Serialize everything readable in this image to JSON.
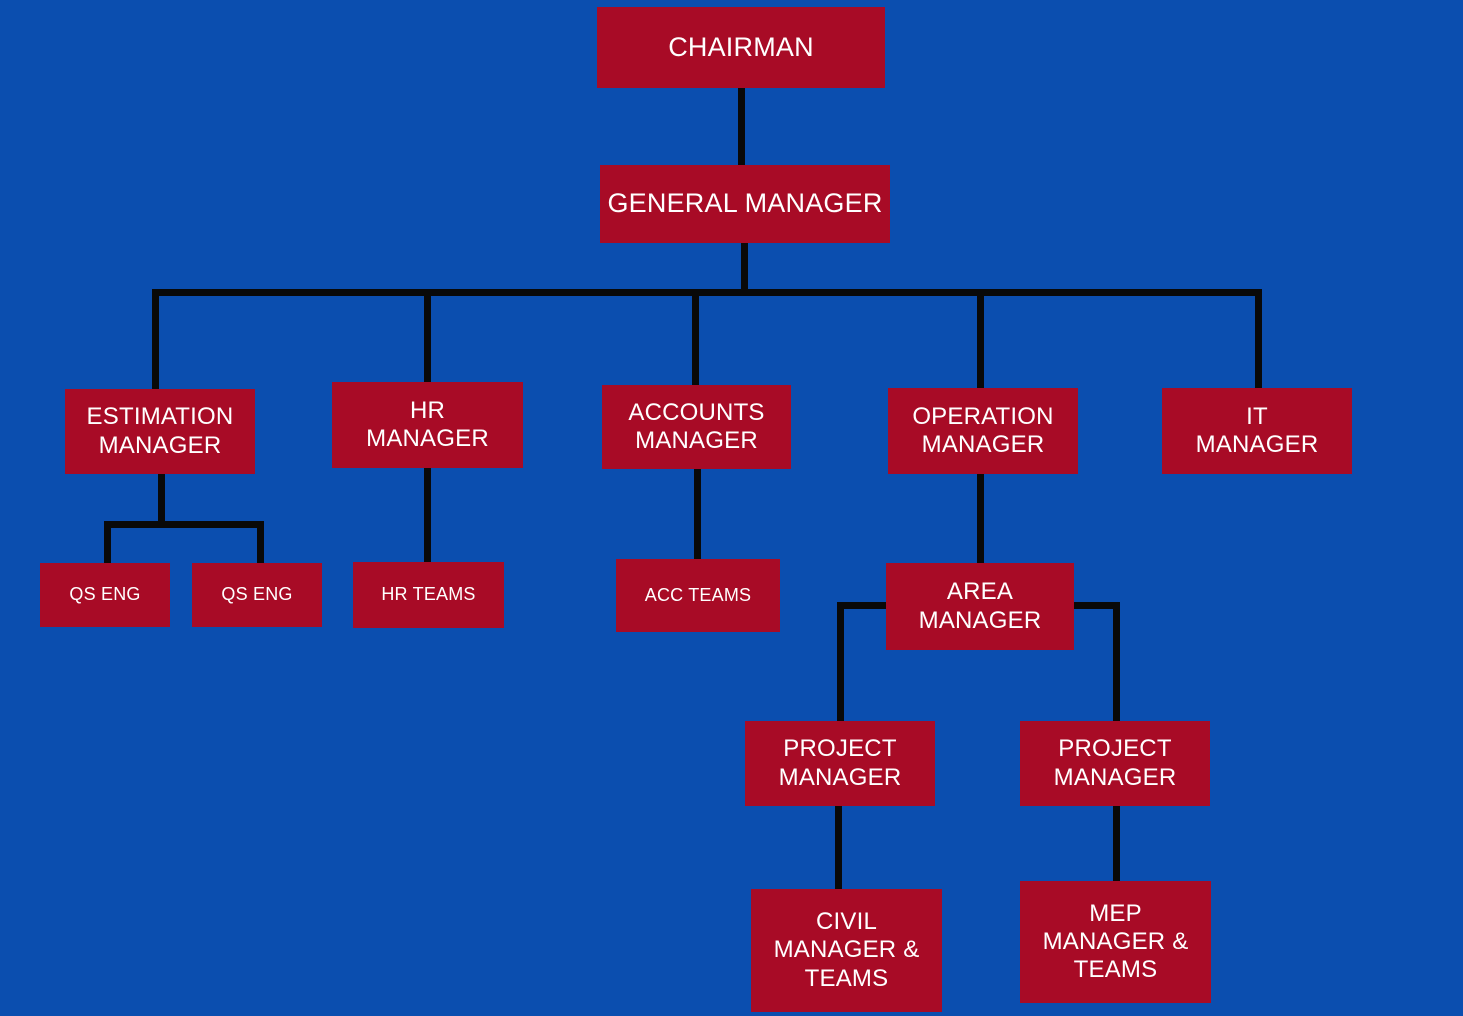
{
  "chart_data": {
    "type": "diagram",
    "subtype": "organization-chart",
    "title": "",
    "background_color": "#0b4eaf",
    "node_color": "#a80b26",
    "node_text_color": "#ffffff",
    "connector_color": "#090909",
    "nodes": [
      {
        "id": "chairman",
        "label": "CHAIRMAN",
        "level": 0,
        "parent": null
      },
      {
        "id": "gm",
        "label": "GENERAL MANAGER",
        "level": 1,
        "parent": "chairman"
      },
      {
        "id": "estimation",
        "label": "ESTIMATION\nMANAGER",
        "level": 2,
        "parent": "gm"
      },
      {
        "id": "hr",
        "label": "HR\nMANAGER",
        "level": 2,
        "parent": "gm"
      },
      {
        "id": "accounts",
        "label": "ACCOUNTS\nMANAGER",
        "level": 2,
        "parent": "gm"
      },
      {
        "id": "operation",
        "label": "OPERATION\nMANAGER",
        "level": 2,
        "parent": "gm"
      },
      {
        "id": "it",
        "label": "IT\nMANAGER",
        "level": 2,
        "parent": "gm"
      },
      {
        "id": "qs1",
        "label": "QS ENG",
        "level": 3,
        "parent": "estimation"
      },
      {
        "id": "qs2",
        "label": "QS ENG",
        "level": 3,
        "parent": "estimation"
      },
      {
        "id": "hrteams",
        "label": "HR TEAMS",
        "level": 3,
        "parent": "hr"
      },
      {
        "id": "accteams",
        "label": "ACC TEAMS",
        "level": 3,
        "parent": "accounts"
      },
      {
        "id": "area",
        "label": "AREA\nMANAGER",
        "level": 3,
        "parent": "operation"
      },
      {
        "id": "pm1",
        "label": "PROJECT\nMANAGER",
        "level": 4,
        "parent": "area"
      },
      {
        "id": "pm2",
        "label": "PROJECT\nMANAGER",
        "level": 4,
        "parent": "area"
      },
      {
        "id": "civil",
        "label": "CIVIL\nMANAGER &\nTEAMS",
        "level": 5,
        "parent": "pm1"
      },
      {
        "id": "mep",
        "label": "MEP\nMANAGER &\nTEAMS",
        "level": 5,
        "parent": "pm2"
      }
    ],
    "edges": [
      {
        "from": "chairman",
        "to": "gm"
      },
      {
        "from": "gm",
        "to": "estimation"
      },
      {
        "from": "gm",
        "to": "hr"
      },
      {
        "from": "gm",
        "to": "accounts"
      },
      {
        "from": "gm",
        "to": "operation"
      },
      {
        "from": "gm",
        "to": "it"
      },
      {
        "from": "estimation",
        "to": "qs1"
      },
      {
        "from": "estimation",
        "to": "qs2"
      },
      {
        "from": "hr",
        "to": "hrteams"
      },
      {
        "from": "accounts",
        "to": "accteams"
      },
      {
        "from": "operation",
        "to": "area"
      },
      {
        "from": "area",
        "to": "pm1"
      },
      {
        "from": "area",
        "to": "pm2"
      },
      {
        "from": "pm1",
        "to": "civil"
      },
      {
        "from": "pm2",
        "to": "mep"
      }
    ]
  },
  "org": {
    "chairman": {
      "label": "CHAIRMAN"
    },
    "gm": {
      "label": "GENERAL MANAGER"
    },
    "estimation": {
      "label": "ESTIMATION\nMANAGER"
    },
    "hr": {
      "label": "HR\nMANAGER"
    },
    "accounts": {
      "label": "ACCOUNTS\nMANAGER"
    },
    "operation": {
      "label": "OPERATION\nMANAGER"
    },
    "it": {
      "label": "IT\nMANAGER"
    },
    "qs1": {
      "label": "QS ENG"
    },
    "qs2": {
      "label": "QS ENG"
    },
    "hrteams": {
      "label": "HR TEAMS"
    },
    "accteams": {
      "label": "ACC TEAMS"
    },
    "area": {
      "label": "AREA\nMANAGER"
    },
    "pm1": {
      "label": "PROJECT\nMANAGER"
    },
    "pm2": {
      "label": "PROJECT\nMANAGER"
    },
    "civil": {
      "label": "CIVIL\nMANAGER &\nTEAMS"
    },
    "mep": {
      "label": "MEP\nMANAGER &\nTEAMS"
    }
  }
}
